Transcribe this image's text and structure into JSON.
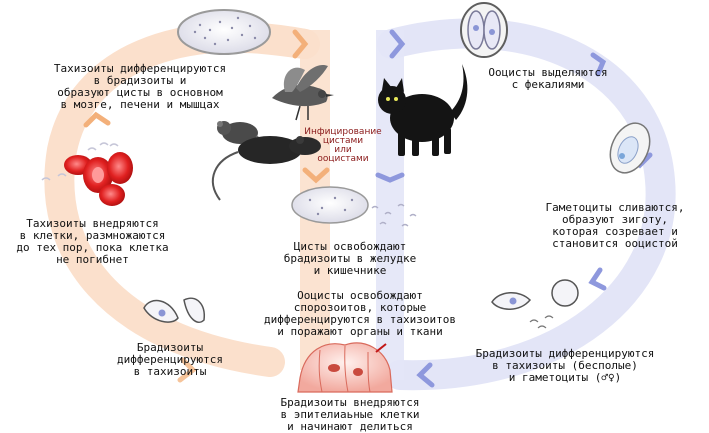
{
  "colors": {
    "left_cycle": "#f7c9a6",
    "right_cycle": "#c8ccef",
    "arrow_left": "#f3b07a",
    "arrow_right": "#8e98dd",
    "center_text": "#8a1a1a"
  },
  "labels": {
    "tachyzoites_differentiate": [
      "Тахизоиты дифференцируются",
      "в брадизоиты и",
      "образуют цисты в основном",
      "в мозге, печени и мышцах"
    ],
    "oocysts_excreted": [
      "Ооцисты выделяются",
      "с фекалиями"
    ],
    "infection": [
      "Инфицирование",
      "цистами",
      "или",
      "ооцистами"
    ],
    "tachyzoites_invade": [
      "Тахизоиты внедряются",
      "в клетки, размножаются",
      "до тех пор, пока клетка",
      "не погибнет"
    ],
    "cysts_release": [
      "Цисты освобождают",
      "брадизоиты в желудке",
      "и кишечнике"
    ],
    "gametocytes_fuse": [
      "Гаметоциты сливаются,",
      "образуют зиготу,",
      "которая созревает и",
      "становится ооцистой"
    ],
    "oocysts_release": [
      "Ооцисты освобождают",
      "спорозоитов, которые",
      "дифференцируются в тахизоитов",
      "и поражают органы и ткани"
    ],
    "bradyzoites_to_tachyzoites": [
      "Брадизоиты",
      "дифференцируются",
      "в тахизоиты"
    ],
    "bradyzoites_to_gametocytes": [
      "Брадизоиты дифференцируются",
      "в тахизоиты (бесполые)",
      "и гаметоциты (♂♀)"
    ],
    "bradyzoites_invade": [
      "Брадизоиты внедряются",
      "в эпителиаьные клетки",
      "и начинают делиться"
    ]
  },
  "icons": [
    "tissue-cyst-icon",
    "bird-icon",
    "cat-icon",
    "mouse-icon",
    "rat-icon",
    "oocyst-icon",
    "red-blood-cells-icon",
    "released-cyst-icon",
    "bradyzoite-icon",
    "zygote-icon",
    "epithelial-cells-icon"
  ]
}
